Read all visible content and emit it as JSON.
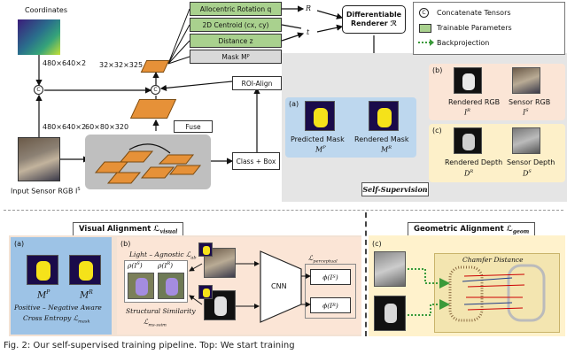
{
  "top": {
    "coordinates_label": "Coordinates",
    "dim_480x640x2_a": "480×640×2",
    "dim_480x640x2_b": "480×640×2",
    "dim_32x32x325": "32×32×325",
    "dim_60x80x320": "60×80×320",
    "fuse_label": "Fuse",
    "roi_align_label": "ROI-Align",
    "class_box_label": "Class + Box",
    "input_label": "Input Sensor RGB I",
    "input_sup": "S",
    "heads": [
      "Allocentric Rotation q",
      "2D Centroid (cx, cy)",
      "Distance z",
      "Mask M"
    ],
    "mask_sup": "P",
    "r_label": "R",
    "t_label": "t",
    "renderer_line1": "Differentiable",
    "renderer_line2": "Renderer ℛ",
    "legend": {
      "c_symbol": "C",
      "concat": "Concatenate Tensors",
      "trainable": "Trainable Parameters",
      "backproj": "Backprojection"
    },
    "panel_a": {
      "tag": "(a)",
      "predicted": "Predicted Mask",
      "predicted_sym": "M",
      "predicted_sup": "P",
      "rendered": "Rendered Mask",
      "rendered_sym": "M",
      "rendered_sup": "R"
    },
    "panel_b": {
      "tag": "(b)",
      "rendered_rgb": "Rendered RGB",
      "rendered_rgb_sym": "I",
      "rendered_rgb_sup": "R",
      "sensor_rgb": "Sensor RGB",
      "sensor_rgb_sym": "I",
      "sensor_rgb_sup": "S"
    },
    "panel_c": {
      "tag": "(c)",
      "rendered_depth": "Rendered Depth",
      "rendered_depth_sym": "D",
      "rendered_depth_sup": "R",
      "sensor_depth": "Sensor Depth",
      "sensor_depth_sym": "D",
      "sensor_depth_sup": "S"
    },
    "self_supervision": "Self-Supervision"
  },
  "bottom": {
    "visual_title": "Visual Alignment ℒ",
    "visual_sub": "visual",
    "geom_title": "Geometric Alignment ℒ",
    "geom_sub": "geom",
    "a_tag": "(a)",
    "mp": "M",
    "mp_sup": "P",
    "mr": "M",
    "mr_sup": "R",
    "pn_line1": "Positive – Negative Aware",
    "pn_line2": "Cross Entropy ℒ",
    "pn_sub": "mask",
    "b_tag": "(b)",
    "la_label": "Light – Agnostic ℒ",
    "la_sub": "ab",
    "rho_is": "ρ(I",
    "rho_is_sup": "S",
    "rho_ir": "ρ(I",
    "rho_ir_sup": "R",
    "ss_label": "Structural Similarity",
    "ss_sym": "ℒ",
    "ss_sub": "ms-ssim",
    "cnn": "CNN",
    "perc": "ℒ",
    "perc_sub": "perceptual",
    "phi_is": "ϕ(I",
    "phi_is_sup": "S",
    "phi_ir": "ϕ(I",
    "phi_ir_sup": "R",
    "c_tag": "(c)",
    "chamfer": "Chamfer Distance"
  },
  "caption": "Fig. 2: Our self-supervised training pipeline. Top: We start training"
}
